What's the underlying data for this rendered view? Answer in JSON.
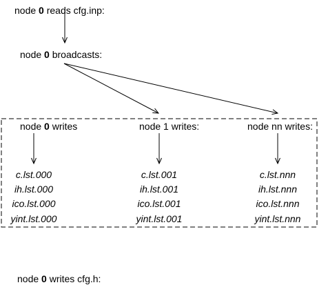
{
  "steps": {
    "reads": {
      "node_word": "node",
      "node_id": "0",
      "action": "reads cfg.inp:"
    },
    "broadcasts": {
      "node_word": "node",
      "node_id": "0",
      "action": "broadcasts:"
    },
    "writes_h": {
      "node_word": "node",
      "node_id": "0",
      "action": "writes cfg.h:"
    }
  },
  "writers": [
    {
      "node_word": "node",
      "node_id": "0",
      "action": "writes",
      "id_bold": true,
      "files": [
        "c.lst.000",
        "ih.lst.000",
        "ico.lst.000",
        "yint.lst.000"
      ]
    },
    {
      "node_word": "node",
      "node_id": "1",
      "action": "writes:",
      "id_bold": false,
      "files": [
        "c.lst.001",
        "ih.lst.001",
        "ico.lst.001",
        "yint.lst.001"
      ]
    },
    {
      "node_word": "node",
      "node_id": "nn",
      "action": "writes:",
      "id_bold": false,
      "files": [
        "c.lst.nnn",
        "ih.lst.nnn",
        "ico.lst.nnn",
        "yint.lst.nnn"
      ]
    }
  ]
}
